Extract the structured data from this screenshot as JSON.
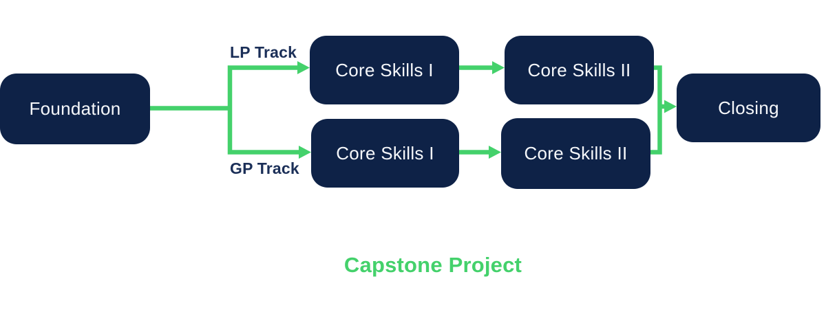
{
  "colors": {
    "background": "#ffffff",
    "box_navy": "#0e2247",
    "box_text": "#f5f7fa",
    "track_label_navy": "#1b2f58",
    "connector_green": "#44d16b"
  },
  "nodes": {
    "foundation": {
      "label": "Foundation"
    },
    "lp_core1": {
      "label": "Core Skills I"
    },
    "lp_core2": {
      "label": "Core Skills II"
    },
    "gp_core1": {
      "label": "Core Skills I"
    },
    "gp_core2": {
      "label": "Core Skills II"
    },
    "closing": {
      "label": "Closing"
    }
  },
  "edge_labels": {
    "lp": "LP Track",
    "gp": "GP Track"
  },
  "caption": {
    "text": "Capstone Project"
  }
}
